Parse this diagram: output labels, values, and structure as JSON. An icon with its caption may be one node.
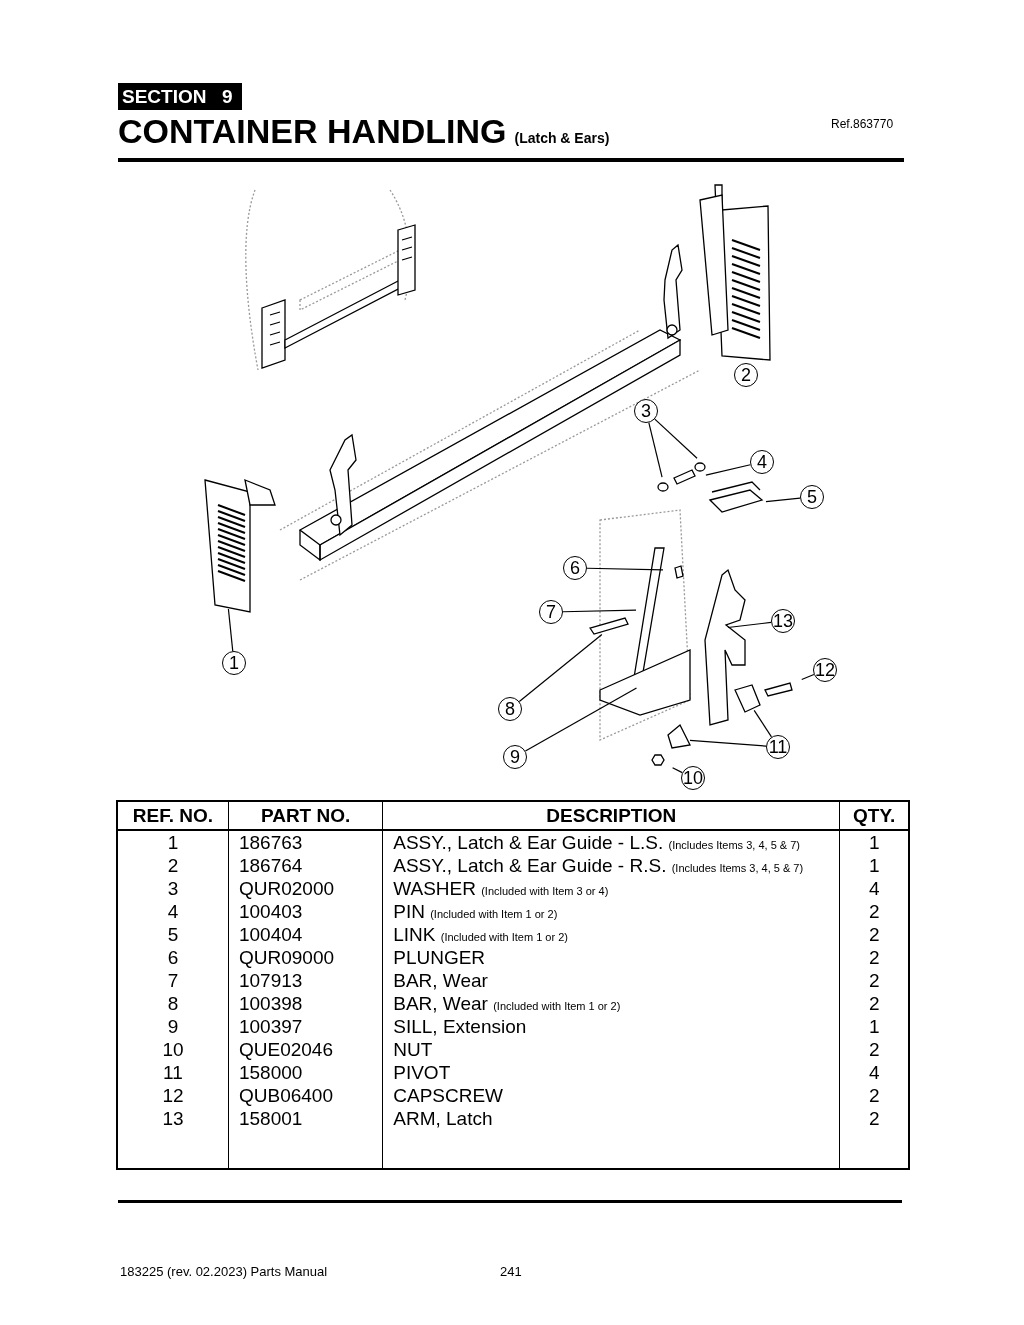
{
  "diagram": {
    "title": "CONTAINER HANDLING",
    "nodes": [
      {
        "text": [
          "1"
        ]
      },
      {
        "text": [
          "2"
        ]
      },
      {
        "text": [
          "3"
        ]
      },
      {
        "text": [
          "4"
        ]
      },
      {
        "text": [
          "5"
        ]
      },
      {
        "text": [
          "6"
        ]
      },
      {
        "text": [
          "7"
        ]
      },
      {
        "text": [
          "8"
        ]
      },
      {
        "text": [
          "9"
        ]
      },
      {
        "text": [
          "10"
        ]
      },
      {
        "text": [
          "11"
        ]
      },
      {
        "text": [
          "12"
        ]
      },
      {
        "text": [
          "13"
        ]
      }
    ],
    "edges": [
      {
        "from": 0,
        "to": null,
        "arrow": "none"
      },
      {
        "from": 2,
        "to": null,
        "arrow": "none"
      },
      {
        "from": 2,
        "to": null,
        "arrow": "none"
      },
      {
        "from": 3,
        "to": null,
        "arrow": "none"
      },
      {
        "from": 4,
        "to": null,
        "arrow": "none"
      },
      {
        "from": 5,
        "to": null,
        "arrow": "none"
      },
      {
        "from": 6,
        "to": null,
        "arrow": "none"
      },
      {
        "from": 7,
        "to": null,
        "arrow": "none"
      },
      {
        "from": 8,
        "to": null,
        "arrow": "none"
      },
      {
        "from": 9,
        "to": null,
        "arrow": "none"
      },
      {
        "from": 10,
        "to": null,
        "arrow": "none"
      },
      {
        "from": 10,
        "to": null,
        "arrow": "none"
      },
      {
        "from": 11,
        "to": null,
        "arrow": "none"
      },
      {
        "from": 12,
        "to": null,
        "arrow": "none"
      }
    ],
    "labels": [
      "SECTION",
      "9",
      "(Latch & Ears)",
      "Ref.863770",
      "REF. NO.",
      "PART NO.",
      "DESCRIPTION",
      "QTY.",
      "1",
      "186763",
      "ASSY., Latch & Ear Guide - L.S. (Includes Items 3, 4, 5 & 7)",
      "1",
      "2",
      "186764",
      "ASSY., Latch & Ear Guide - R.S. (Includes Items 3, 4, 5 & 7)",
      "1",
      "3",
      "QUR02000",
      "WASHER (Included with Item 3 or 4)",
      "4",
      "4",
      "100403",
      "PIN (Included with Item 1 or 2)",
      "2",
      "5",
      "100404",
      "LINK (Included with Item 1 or 2)",
      "2",
      "6",
      "QUR09000",
      "PLUNGER",
      "2",
      "7",
      "107913",
      "BAR, Wear",
      "2",
      "8",
      "100398",
      "BAR, Wear (Included with Item 1 or 2)",
      "2",
      "9",
      "100397",
      "SILL, Extension",
      "1",
      "10",
      "QUE02046",
      "NUT",
      "2",
      "11",
      "158000",
      "PIVOT",
      "4",
      "12",
      "QUB06400",
      "CAPSCREW",
      "2",
      "13",
      "158001",
      "ARM, Latch",
      "2",
      "183225 (rev. 02.2023) Parts Manual",
      "241"
    ]
  }
}
